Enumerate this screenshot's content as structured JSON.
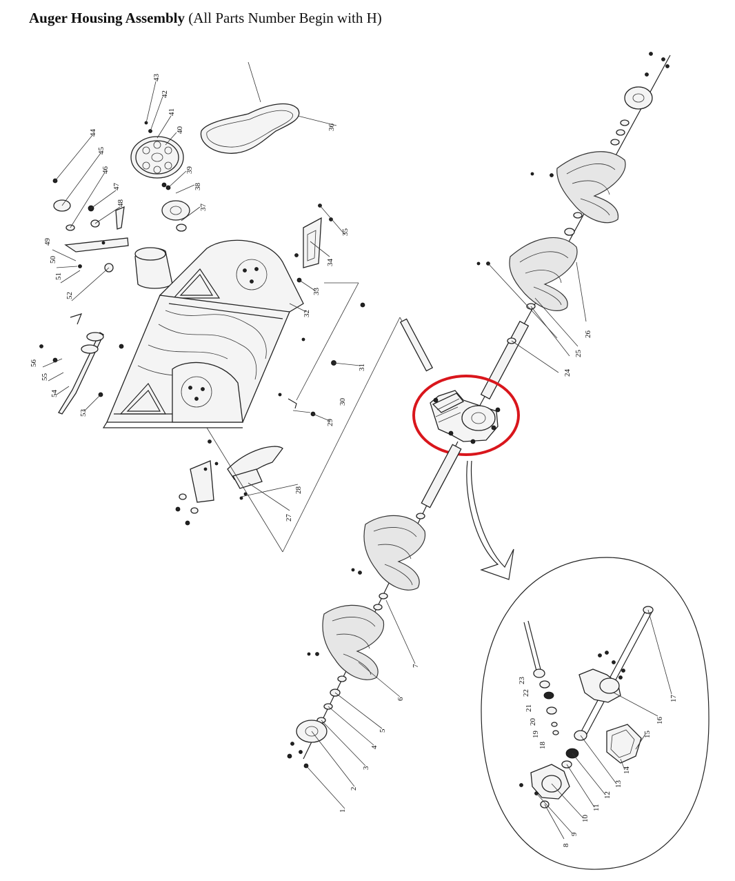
{
  "title": {
    "bold": "Auger Housing Assembly",
    "normal": " (All Parts Number Begin with H)"
  },
  "colors": {
    "highlight_circle": "#d9161c",
    "line": "#222222",
    "background": "#ffffff"
  },
  "labels": {
    "main": [
      "1",
      "2",
      "3",
      "4",
      "5",
      "6",
      "7",
      "24",
      "25",
      "26",
      "27",
      "28",
      "29",
      "30",
      "31",
      "32",
      "33",
      "34",
      "35",
      "36",
      "37",
      "38",
      "39",
      "40",
      "41",
      "42",
      "43",
      "44",
      "45",
      "46",
      "47",
      "48",
      "49",
      "50",
      "51",
      "52",
      "53",
      "54",
      "55",
      "56"
    ],
    "detail": [
      "8",
      "9",
      "10",
      "11",
      "12",
      "13",
      "14",
      "15",
      "16",
      "17",
      "18",
      "19",
      "20",
      "21",
      "22",
      "23"
    ]
  }
}
